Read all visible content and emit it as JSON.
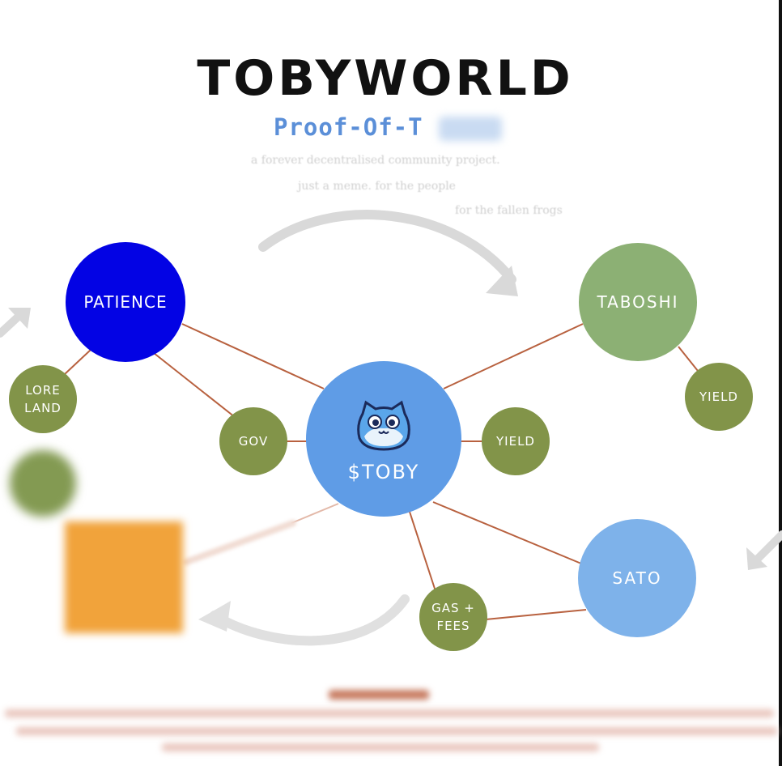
{
  "header": {
    "title": "TOBYWORLD",
    "subtitle": "Proof-Of-T",
    "taglines": [
      "a forever decentralised community project.",
      "just a meme. for the people",
      "for the fallen frogs"
    ]
  },
  "nodes": {
    "patience": "PATIENCE",
    "taboshi": "TABOSHI",
    "lore_land": [
      "LORE",
      "LAND"
    ],
    "gov": "GOV",
    "toby": "$TOBY",
    "yield_center": "YIELD",
    "yield_right": "YIELD",
    "sato": "SATO",
    "gas_fees": [
      "GAS +",
      "FEES"
    ]
  },
  "colors": {
    "patience": "#0303e4",
    "taboshi": "#8cb074",
    "leaf": "#829449",
    "toby": "#5f9ce6",
    "sato": "#7eb2ea",
    "connector": "#b8613f",
    "accent_orange": "#f1a33b"
  },
  "icons": {
    "mascot": "toby-toad-icon"
  }
}
